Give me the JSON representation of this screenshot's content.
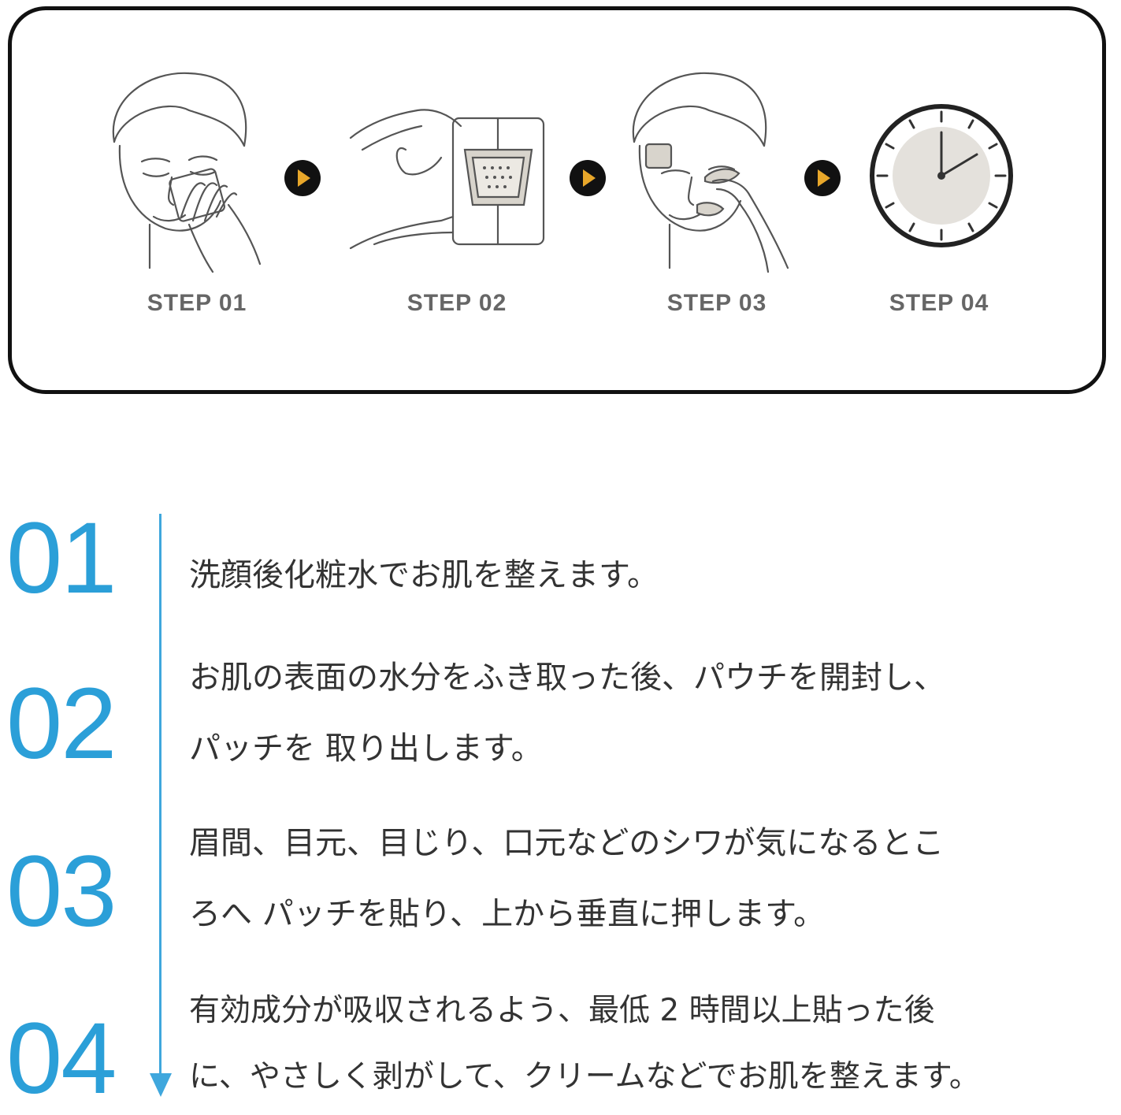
{
  "steps": [
    {
      "label": "STEP 01",
      "illustration": "face-applying-toner-icon"
    },
    {
      "label": "STEP 02",
      "illustration": "hand-opening-pouch-icon"
    },
    {
      "label": "STEP 03",
      "illustration": "face-applying-patch-icon"
    },
    {
      "label": "STEP 04",
      "illustration": "clock-icon"
    }
  ],
  "arrow_icon": "play-arrow-icon",
  "colors": {
    "accent": "#2b9fd8",
    "arrow_fill": "#e8a72a",
    "dark": "#111111",
    "text": "#333333"
  },
  "instructions": [
    {
      "number": "01",
      "lines": [
        "洗顔後化粧水でお肌を整えます。"
      ]
    },
    {
      "number": "02",
      "lines": [
        "お肌の表面の水分をふき取った後、パウチを開封し、",
        "パッチを 取り出します。"
      ]
    },
    {
      "number": "03",
      "lines": [
        "眉間、目元、目じり、口元などのシワが気になるとこ",
        "ろへ パッチを貼り、上から垂直に押します。"
      ]
    },
    {
      "number": "04",
      "lines": [
        "有効成分が吸収されるよう、最低 2 時間以上貼った後",
        "に、やさしく剥がして、クリームなどでお肌を整えます。"
      ]
    }
  ]
}
